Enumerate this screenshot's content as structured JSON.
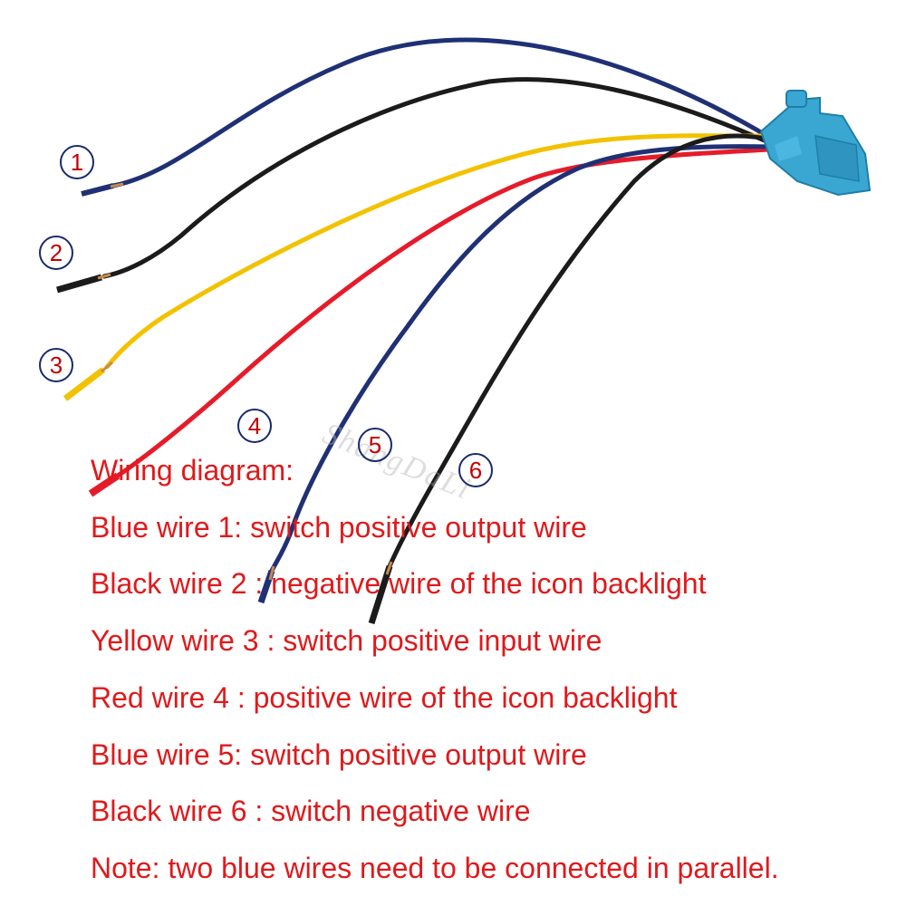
{
  "watermark": "ShangDaLi",
  "colors": {
    "blue_wire": "#1f3075",
    "black_wire": "#1b1b1b",
    "yellow_wire": "#f2c200",
    "red_wire": "#e61b2a",
    "connector": "#3aa7d3",
    "text": "#e0191b",
    "circle": "#1a2a6c"
  },
  "wires": [
    {
      "number": "1",
      "color_name": "blue"
    },
    {
      "number": "2",
      "color_name": "black"
    },
    {
      "number": "3",
      "color_name": "yellow"
    },
    {
      "number": "4",
      "color_name": "red"
    },
    {
      "number": "5",
      "color_name": "blue"
    },
    {
      "number": "6",
      "color_name": "black"
    }
  ],
  "diagram_title": "Wiring diagram:",
  "lines": [
    "Blue wire 1: switch positive output wire",
    "Black wire 2 : negative wire of the icon backlight",
    "Yellow wire 3 : switch positive input wire",
    "Red wire 4 : positive wire of the icon backlight",
    "Blue wire 5: switch positive output wire",
    "Black wire 6 : switch negative wire",
    "Note: two blue wires need to be connected in parallel."
  ]
}
